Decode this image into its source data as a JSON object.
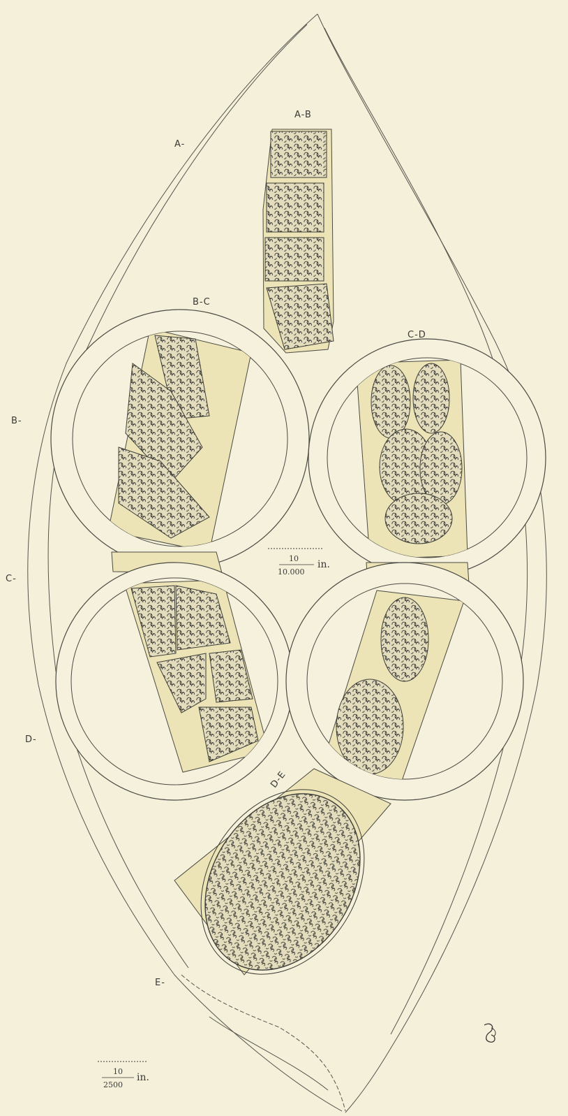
{
  "labels": {
    "section_a": "A-",
    "section_b": "B-",
    "section_c": "C-",
    "section_d": "D-",
    "section_e": "E-",
    "detail_ab": "A-B",
    "detail_bc": "B-C",
    "detail_cd": "C-D",
    "detail_de": "D-E"
  },
  "scale_large": {
    "numerator": "10",
    "denominator": "10.000",
    "unit": "in."
  },
  "scale_small": {
    "numerator": "10",
    "denominator": "2500",
    "unit": "in."
  },
  "colors": {
    "paper": "#f5f0da",
    "tube_tint": "#ece4b6",
    "ink": "#3a3a36"
  },
  "icons": {
    "monogram": "artist-monogram-icon"
  }
}
